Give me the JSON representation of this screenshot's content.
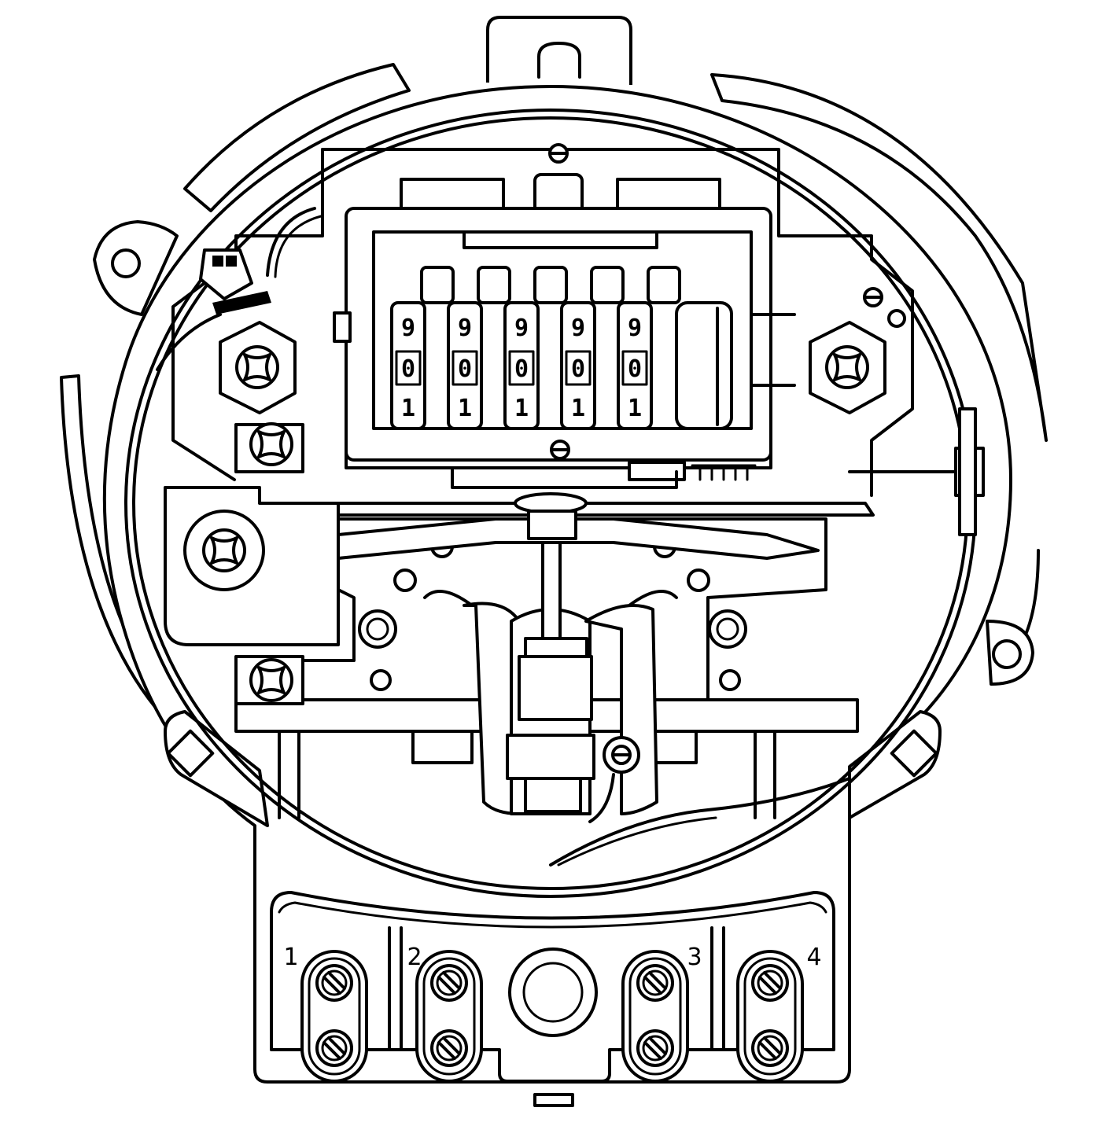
{
  "register": {
    "wheels": [
      {
        "top": "9",
        "middle": "0",
        "bottom": "1"
      },
      {
        "top": "9",
        "middle": "0",
        "bottom": "1"
      },
      {
        "top": "9",
        "middle": "0",
        "bottom": "1"
      },
      {
        "top": "9",
        "middle": "0",
        "bottom": "1"
      },
      {
        "top": "9",
        "middle": "0",
        "bottom": "1"
      }
    ]
  },
  "terminals": [
    {
      "label": "1"
    },
    {
      "label": "2"
    },
    {
      "label": "3"
    },
    {
      "label": "4"
    }
  ]
}
